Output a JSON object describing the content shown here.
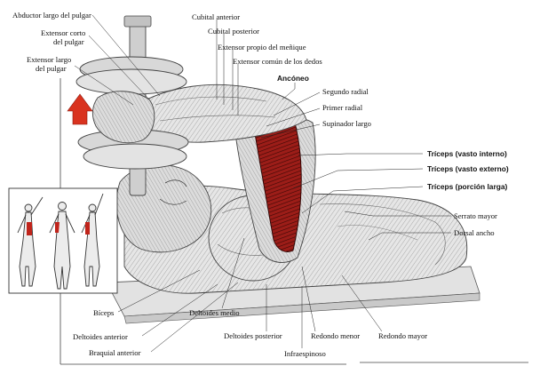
{
  "labels": {
    "abductor_largo": "Abductor largo del pulgar",
    "extensor_corto_1": "Extensor corto",
    "extensor_corto_2": "del pulgar",
    "extensor_largo_1": "Extensor largo",
    "extensor_largo_2": "del pulgar",
    "cubital_anterior": "Cubital anterior",
    "cubital_posterior": "Cubital posterior",
    "extensor_propio": "Extensor propio del meñique",
    "extensor_comun": "Extensor común de los dedos",
    "anconeo": "Ancóneo",
    "segundo_radial": "Segundo radial",
    "primer_radial": "Primer radial",
    "supinador_largo": "Supinador largo",
    "triceps_interno": "Tríceps (vasto interno)",
    "triceps_externo": "Tríceps (vasto externo)",
    "triceps_larga": "Tríceps (porción larga)",
    "serrato_mayor": "Serrato mayor",
    "dorsal_ancho": "Dorsal ancho",
    "biceps": "Bíceps",
    "deltoides_medio": "Deltoides medio",
    "deltoides_anterior": "Deltoides anterior",
    "braquial_anterior": "Braquial anterior",
    "deltoides_posterior": "Deltoides posterior",
    "redondo_menor": "Redondo menor",
    "redondo_mayor": "Redondo mayor",
    "infraespinoso": "Infraespinoso"
  },
  "colors": {
    "highlight_muscle": "#b3201c",
    "arrow": "#d9331f",
    "tendon": "#e9c84a",
    "line_art": "#333333"
  }
}
